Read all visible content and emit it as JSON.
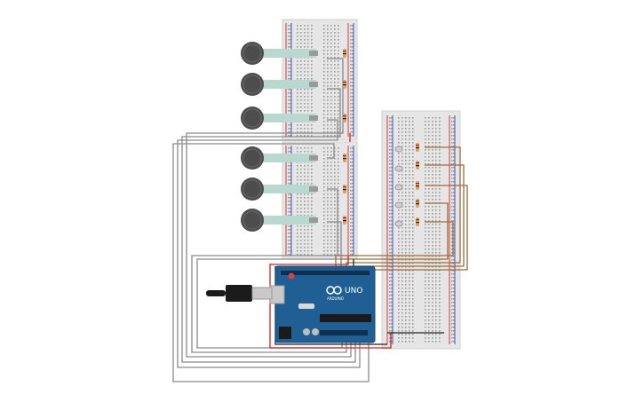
{
  "board": {
    "brand_label": "UNO",
    "logo_label": "ARDUINO",
    "colors": {
      "board": "#1f5f93",
      "board_edge": "#174a73",
      "breadboard": "#e6e6e6",
      "breadboard_hole": "#9a9a9a",
      "rail_red": "#d23b3b",
      "rail_blue": "#3b57c7",
      "wire_gray": "#8a8a8a",
      "wire_brown": "#9c6b3c",
      "wire_red": "#d32020",
      "wire_black": "#222222",
      "sensor": "#4d4d4d",
      "sensor_tail": "#b9d8cf",
      "led": "#cfcfcf"
    }
  },
  "components": {
    "force_sensors": 6,
    "leds": 5,
    "resistors": 11,
    "usb_cable": "usb-cable-icon"
  }
}
